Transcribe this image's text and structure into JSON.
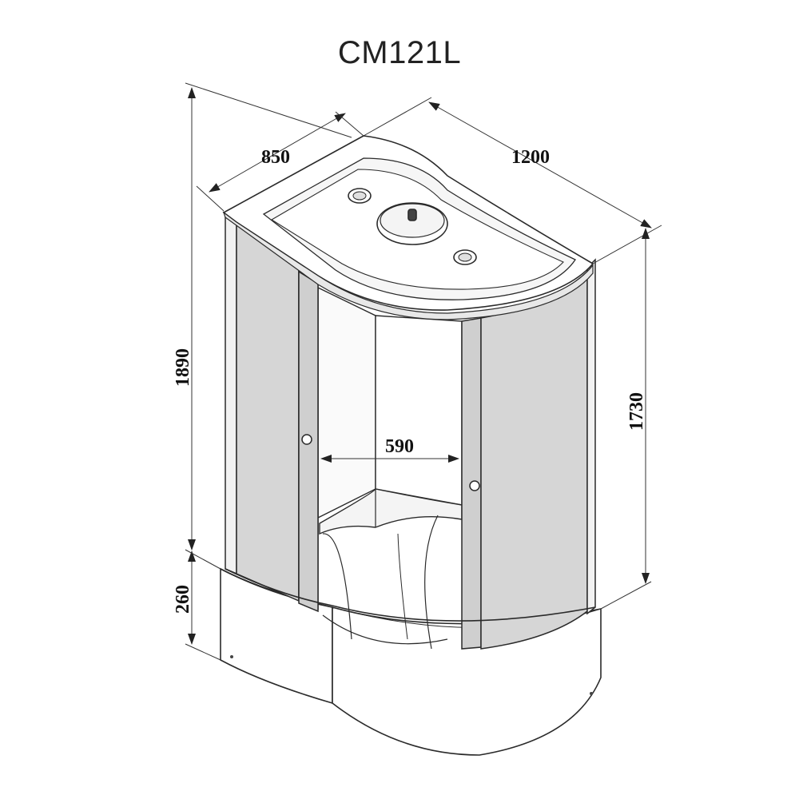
{
  "model": "CM121L",
  "dimensions": {
    "width": "850",
    "length": "1200",
    "total_height": "1890",
    "cabin_height": "1730",
    "tray_height": "260",
    "entrance_width": "590"
  },
  "colors": {
    "line": "#2a2a2a",
    "glass": "#d7d7d7",
    "glass_dark": "#c4c4c4",
    "frame": "#f2f2f2",
    "background": "#ffffff"
  }
}
